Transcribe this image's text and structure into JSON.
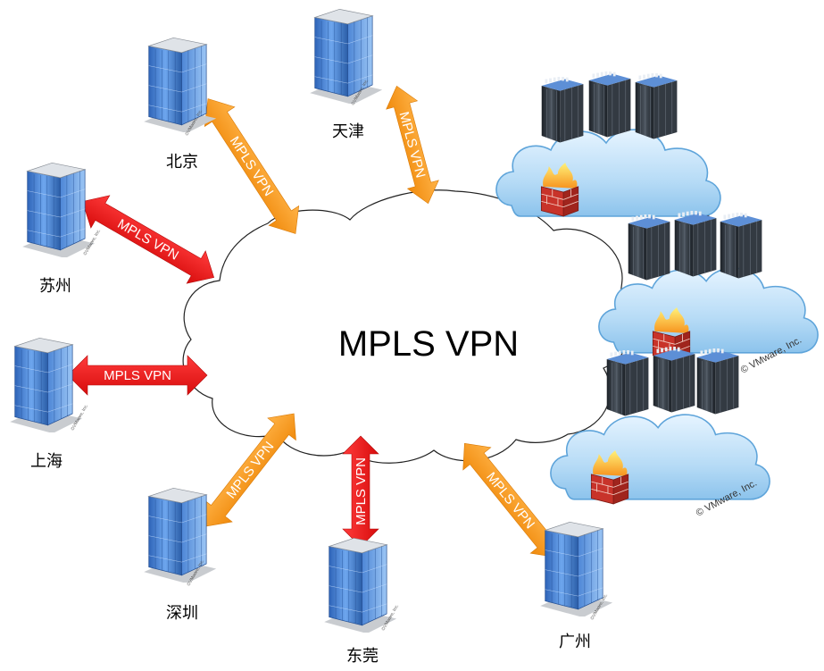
{
  "diagram": {
    "center_label": "MPLS VPN",
    "arrow_label": "MPLS VPN",
    "sites": {
      "beijing": "北京",
      "tianjin": "天津",
      "suzhou": "苏州",
      "shanghai": "上海",
      "shenzhen": "深圳",
      "dongguan": "东莞",
      "guangzhou": "广州"
    },
    "copyright": "© VMware, Inc.",
    "copyright_partial": "Inc.",
    "building_mark": "©VMware, Inc.",
    "colors": {
      "orange_arrow": "#f7941d",
      "red_arrow": "#ee1c1c",
      "cloud_fill": "#bfe0f7",
      "cloud_stroke": "#6aaee0",
      "building_blue": "#3f7fd1",
      "server_dark": "#2b3138"
    }
  }
}
